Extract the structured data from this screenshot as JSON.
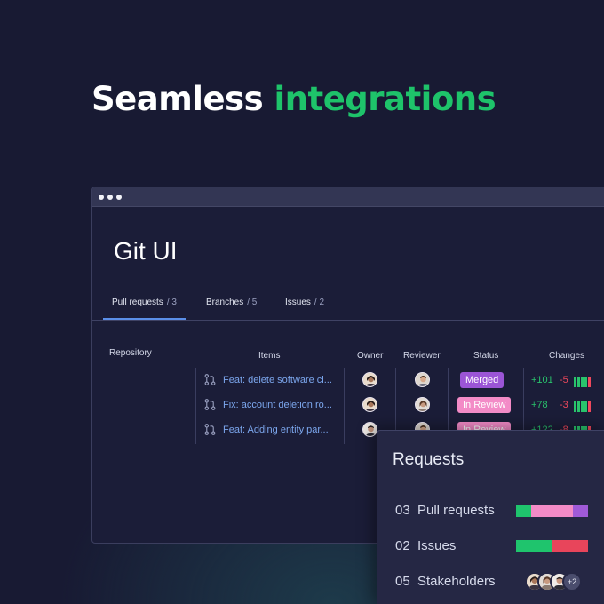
{
  "headline": {
    "prefix": "Seamless",
    "accent": "integrations"
  },
  "window": {
    "title": "Git UI",
    "tabs": [
      {
        "label": "Pull requests",
        "count": "/ 3"
      },
      {
        "label": "Branches",
        "count": "/ 5"
      },
      {
        "label": "Issues",
        "count": "/ 2"
      }
    ],
    "columns": {
      "repository": "Repository",
      "items": "Items",
      "owner": "Owner",
      "reviewer": "Reviewer",
      "status": "Status",
      "changes": "Changes"
    },
    "rows": [
      {
        "item": "Feat: delete software cl...",
        "status": "Merged",
        "additions": "+101",
        "deletions": "-5"
      },
      {
        "item": "Fix: account deletion ro...",
        "status": "In Review",
        "additions": "+78",
        "deletions": "-3"
      },
      {
        "item": "Feat: Adding entity par...",
        "status": "In Review",
        "additions": "+122",
        "deletions": "-8"
      }
    ]
  },
  "panel": {
    "title": "Requests",
    "rows": [
      {
        "num": "03",
        "label": "Pull requests"
      },
      {
        "num": "02",
        "label": "Issues"
      },
      {
        "num": "05",
        "label": "Stakeholders",
        "more": "+2"
      }
    ]
  },
  "colors": {
    "accent": "#1ec36a",
    "merged": "#9b55d6",
    "in_review": "#f38bc7",
    "additions": "#29c46c",
    "deletions": "#f0485c",
    "link": "#7ca7ee"
  }
}
